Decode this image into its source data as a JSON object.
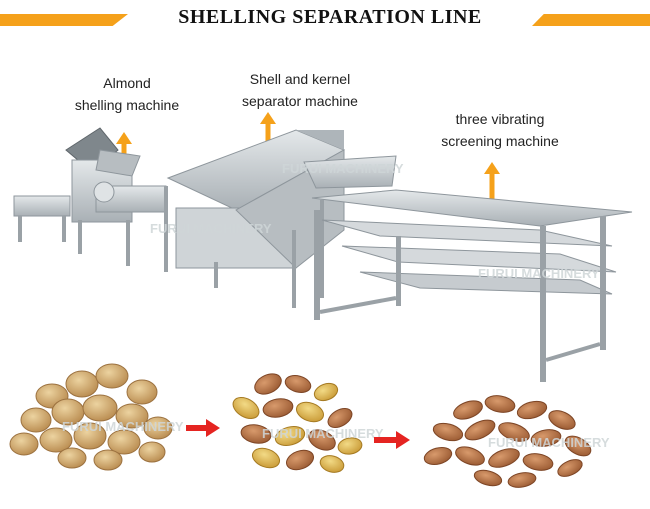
{
  "title": "SHELLING SEPARATION LINE",
  "machines": [
    {
      "line1": "Almond",
      "line2": "shelling machine"
    },
    {
      "line1": "Shell and kernel",
      "line2": "separator machine"
    },
    {
      "line1": "three vibrating",
      "line2": "screening machine"
    }
  ],
  "watermark": "FURUI MACHINERY",
  "colors": {
    "accent": "#f5a11a",
    "flow_arrow": "#e52421",
    "steel": "#c9ced2",
    "steel_dark": "#8e969c"
  },
  "icons": [
    "up-arrow-icon",
    "right-arrow-icon"
  ]
}
